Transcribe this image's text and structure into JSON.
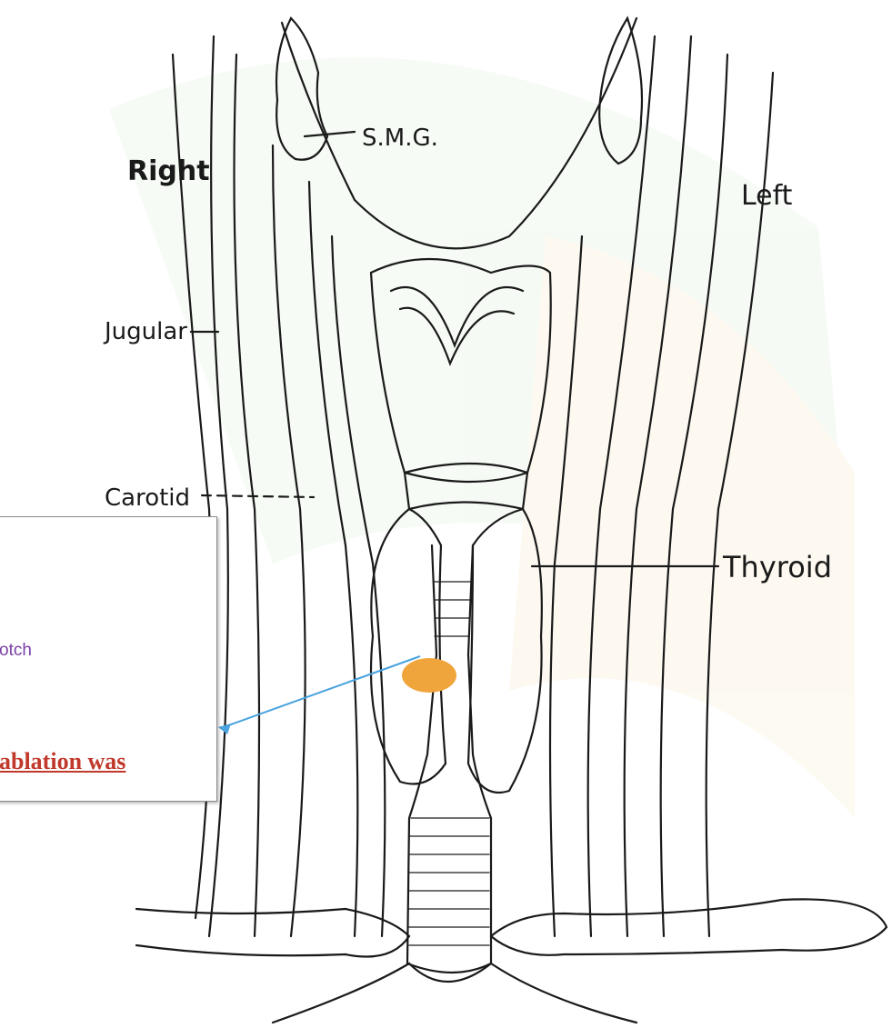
{
  "labels": {
    "smg": "S.M.G.",
    "right": "Right",
    "left": "Left",
    "jugular": "Jugular",
    "carotid": "Carotid",
    "thyroid": "Thyroid"
  },
  "callout": {
    "line1": "otch",
    "line2": "ablation was"
  },
  "colors": {
    "marker_fill": "#f0a53c",
    "arrow": "#4aa3df",
    "callout_purple": "#7b3fa6",
    "callout_red": "#c0392b"
  }
}
